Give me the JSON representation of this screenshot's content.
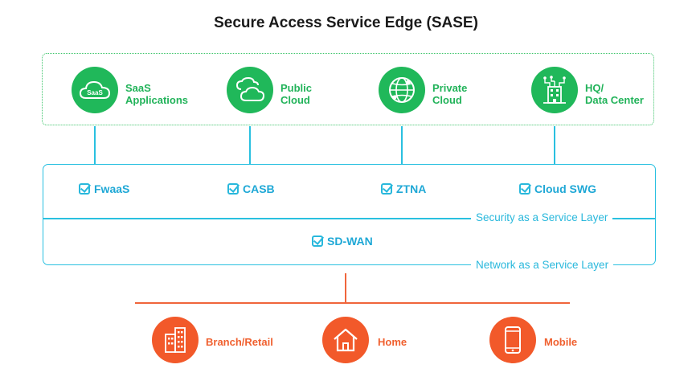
{
  "title": "Secure Access Service Edge (SASE)",
  "cloud_nodes": [
    {
      "line1": "SaaS",
      "line2": "Applications",
      "icon_text": "SaaS",
      "icon": "saas-cloud-icon"
    },
    {
      "line1": "Public",
      "line2": "Cloud",
      "icon": "public-cloud-icon"
    },
    {
      "line1": "Private",
      "line2": "Cloud",
      "icon": "globe-network-icon"
    },
    {
      "line1": "HQ/",
      "line2": "Data Center",
      "icon": "building-circuit-icon"
    }
  ],
  "security_services": [
    "FwaaS",
    "CASB",
    "ZTNA",
    "Cloud SWG"
  ],
  "security_layer_label": "Security as a Service  Layer",
  "network_service": "SD-WAN",
  "network_layer_label": "Network as a Service  Layer",
  "edges": [
    {
      "label": "Branch/Retail",
      "icon": "office-building-icon"
    },
    {
      "label": "Home",
      "icon": "home-icon"
    },
    {
      "label": "Mobile",
      "icon": "mobile-phone-icon"
    }
  ],
  "colors": {
    "cloud_green": "#20b85a",
    "service_blue": "#29c0e0",
    "edge_orange": "#f2592a"
  }
}
